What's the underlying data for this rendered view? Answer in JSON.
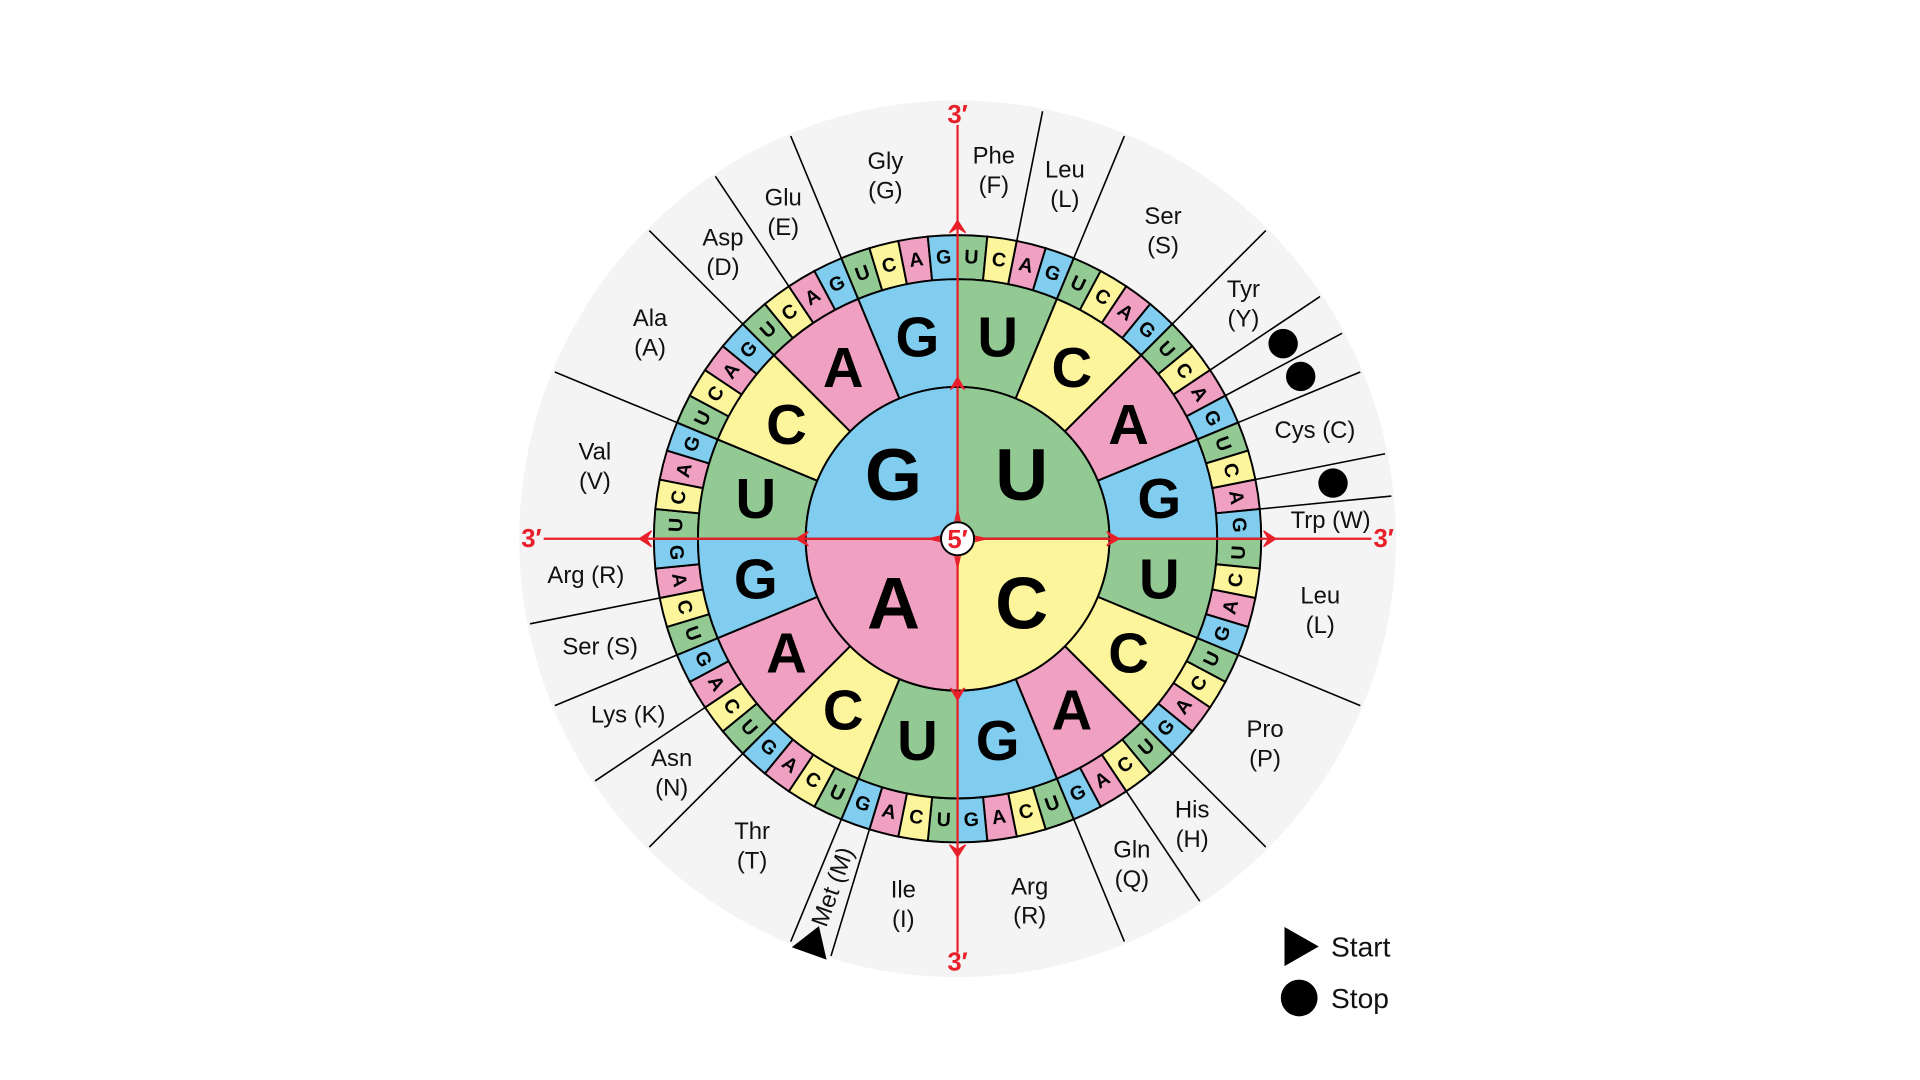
{
  "bases": [
    "U",
    "C",
    "A",
    "G"
  ],
  "base_colors": {
    "U": "#93c993",
    "C": "#fdf59b",
    "A": "#f0a1c1",
    "G": "#80cdef"
  },
  "background_color": "#f4f4f4",
  "axis_color": "#e8202a",
  "center_label": "5′",
  "end_label": "3′",
  "amino_acids": [
    {
      "name": "Phe",
      "abbr": "(F)",
      "codons": 2
    },
    {
      "name": "Leu",
      "abbr": "(L)",
      "codons": 2
    },
    {
      "name": "Ser",
      "abbr": "(S)",
      "codons": 4
    },
    {
      "name": "Tyr",
      "abbr": "(Y)",
      "codons": 2
    },
    {
      "stop": true,
      "codons": 1
    },
    {
      "stop": true,
      "codons": 1
    },
    {
      "name": "Cys",
      "abbr": "(C)",
      "codons": 2
    },
    {
      "stop": true,
      "codons": 1
    },
    {
      "name": "Trp",
      "abbr": "(W)",
      "codons": 1
    },
    {
      "name": "Leu",
      "abbr": "(L)",
      "codons": 4
    },
    {
      "name": "Pro",
      "abbr": "(P)",
      "codons": 4
    },
    {
      "name": "His",
      "abbr": "(H)",
      "codons": 2
    },
    {
      "name": "Gln",
      "abbr": "(Q)",
      "codons": 2
    },
    {
      "name": "Arg",
      "abbr": "(R)",
      "codons": 4
    },
    {
      "name": "Ile",
      "abbr": "(I)",
      "codons": 3
    },
    {
      "name": "Met",
      "abbr": "(M)",
      "codons": 1,
      "start": true
    },
    {
      "name": "Thr",
      "abbr": "(T)",
      "codons": 4
    },
    {
      "name": "Asn",
      "abbr": "(N)",
      "codons": 2
    },
    {
      "name": "Lys",
      "abbr": "(K)",
      "codons": 2
    },
    {
      "name": "Ser",
      "abbr": "(S)",
      "codons": 2
    },
    {
      "name": "Arg",
      "abbr": "(R)",
      "codons": 2
    },
    {
      "name": "Val",
      "abbr": "(V)",
      "codons": 4
    },
    {
      "name": "Ala",
      "abbr": "(A)",
      "codons": 4
    },
    {
      "name": "Asp",
      "abbr": "(D)",
      "codons": 2
    },
    {
      "name": "Glu",
      "abbr": "(E)",
      "codons": 2
    },
    {
      "name": "Gly",
      "abbr": "(G)",
      "codons": 4
    }
  ],
  "legend": {
    "start": "Start",
    "stop": "Stop"
  }
}
